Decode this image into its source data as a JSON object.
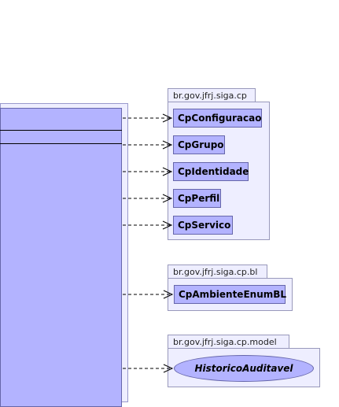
{
  "packages": [
    {
      "name": "br.gov.jfrj.siga.cp",
      "classes": [
        "CpConfiguracao",
        "CpGrupo",
        "CpIdentidade",
        "CpPerfil",
        "CpServico"
      ]
    },
    {
      "name": "br.gov.jfrj.siga.cp.bl",
      "classes": [
        "CpAmbienteEnumBL"
      ]
    },
    {
      "name": "br.gov.jfrj.siga.cp.model",
      "classes": [
        "HistoricoAuditavel"
      ]
    }
  ],
  "colors": {
    "class_fill": "#b3b3ff",
    "class_border": "#6666aa",
    "package_fill": "#eeeeff",
    "package_border": "#9999bb",
    "dependency": "#000000"
  },
  "relations": {
    "type": "dependency",
    "style": "dashed",
    "arrowhead": "open"
  }
}
